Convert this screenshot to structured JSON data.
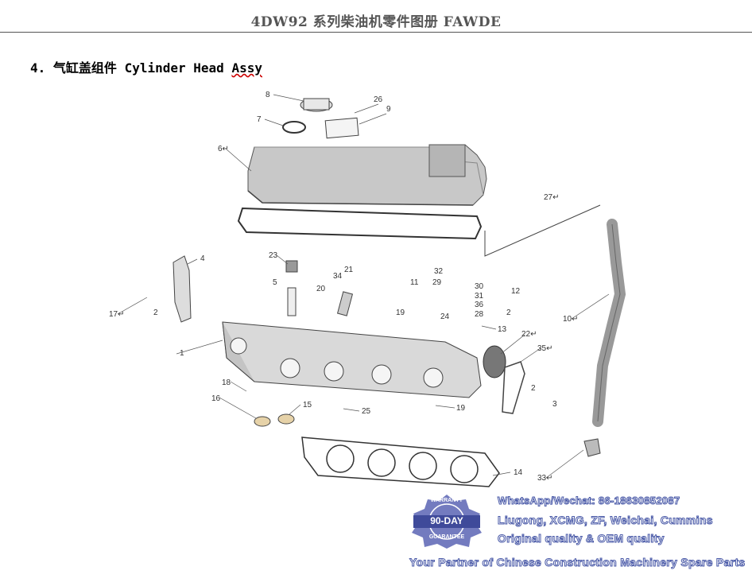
{
  "header": {
    "title": "4DW92 系列柴油机零件图册 FAWDE"
  },
  "section": {
    "number": "4.",
    "title_cn": "气缸盖组件",
    "title_en": "Cylinder Head",
    "title_en2": "Assy"
  },
  "callouts": [
    "8",
    "26",
    "9",
    "7",
    "6↵",
    "27↵",
    "4",
    "23",
    "21",
    "34",
    "32",
    "29",
    "30",
    "31",
    "36",
    "28",
    "12",
    "5",
    "20",
    "11",
    "19",
    "24",
    "2",
    "13",
    "17↵",
    "1",
    "22↵",
    "35↵",
    "10↵",
    "18",
    "16",
    "15",
    "25",
    "19",
    "2",
    "3",
    "14",
    "33↵",
    "2"
  ],
  "watermark": {
    "badge_top": "WARRANTY",
    "badge_mid": "90-DAY",
    "badge_bot": "GUARANTEE",
    "line1": "WhatsApp/Wechat: 86-18630852087",
    "line2": "Liugong, XCMG, ZF, Weichai, Cummins",
    "line3": "Original quality & OEM quality",
    "line4": "Your Partner of Chinese Construction Machinery Spare Parts"
  }
}
